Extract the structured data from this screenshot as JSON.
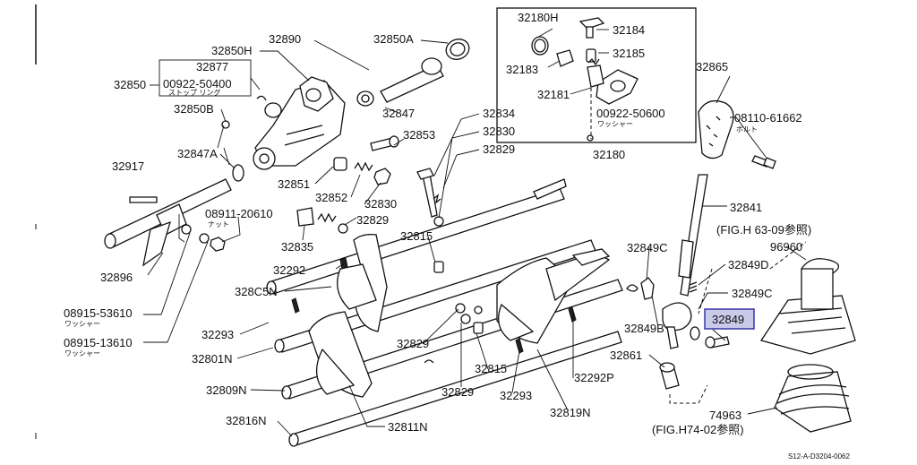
{
  "diagram": {
    "labels": {
      "l32890": "32890",
      "l32850A": "32850A",
      "l32850H": "32850H",
      "l32877": "32877",
      "l32850": "32850",
      "l00922_50400": "00922-50400",
      "stop_ring": "ストップ リング",
      "l32850B": "32850B",
      "l32847": "32847",
      "l32847A": "32847A",
      "l32917": "32917",
      "l32853": "32853",
      "l32851": "32851",
      "l32852": "32852",
      "l32830a": "32830",
      "l08911_20610": "08911-20610",
      "nut": "ナット",
      "l32829a": "32829",
      "l32835": "32835",
      "l32896": "32896",
      "l32292": "32292",
      "l32805N": "328C5N",
      "l08915_53610": "08915-53610",
      "washer1": "ワッシャー",
      "l32293a": "32293",
      "l08915_13610": "08915-13610",
      "washer2": "ワッシャー",
      "l32801N": "32801N",
      "l32809N": "32809N",
      "l32816N": "32816N",
      "l32811N": "32811N",
      "l32834": "32834",
      "l32830b": "32830",
      "l32829b": "32829",
      "l32815a": "32815",
      "l32829c": "32829",
      "l32815b": "32815",
      "l32829d": "32829",
      "l32293b": "32293",
      "l32292P": "32292P",
      "l32819N": "32819N",
      "l32180H": "32180H",
      "l32184": "32184",
      "l32185": "32185",
      "l32183": "32183",
      "l32181": "32181",
      "l00922_50600": "00922-50600",
      "washer3": "ワッシャー",
      "l32180": "32180",
      "l32865": "32865",
      "l08110_61662": "08110-61662",
      "bolt": "ボルト",
      "l32841": "32841",
      "fig_h63": "(FIG.H 63-09参照)",
      "l96960": "96960",
      "l32849C_a": "32849C",
      "l32849D": "32849D",
      "l32849C_b": "32849C",
      "l32849": "32849",
      "l32849B": "32849B",
      "l32861": "32861",
      "l74963": "74963",
      "fig_h74": "(FIG.H74-02参照)",
      "diagram_code": "S12-A-D3204-0062"
    }
  },
  "highlight": {
    "color": "#c9c9ea",
    "border": "#2a2aa0"
  }
}
